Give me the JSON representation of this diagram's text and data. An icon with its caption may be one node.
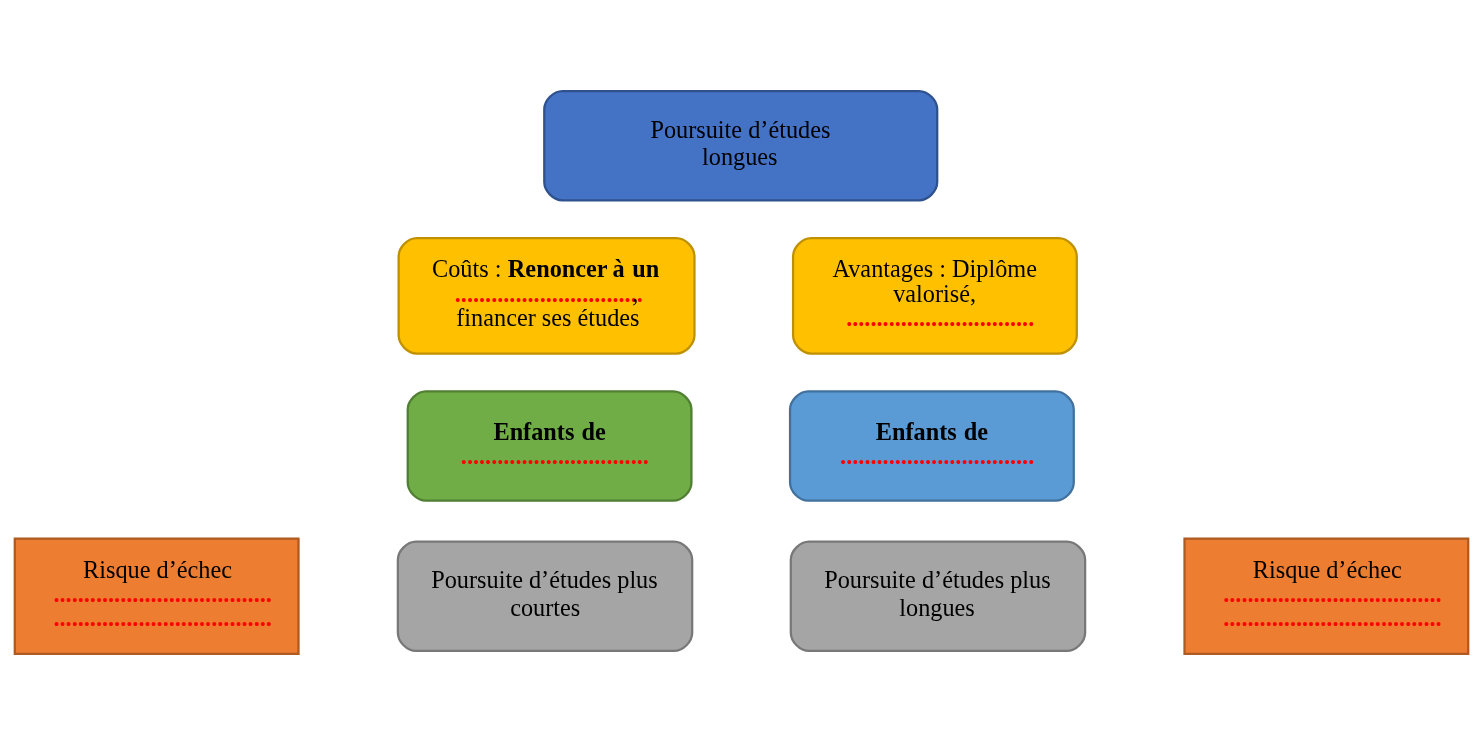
{
  "diagram": {
    "nodes": [
      {
        "text": [
          "Poursuite d’études longues"
        ]
      },
      {
        "text": [
          "Coûts : **Renoncer à un** ..............................., financer ses études"
        ]
      },
      {
        "text": [
          "Avantages : Diplôme valorisé, ..............................."
        ]
      },
      {
        "text": [
          "**Enfants de** ..............................."
        ]
      },
      {
        "text": [
          "**Enfants de** ................................"
        ]
      },
      {
        "text": [
          "Risque d’échec",
          ".................................... ...................................."
        ]
      },
      {
        "text": [
          "Poursuite d’études plus courtes"
        ]
      },
      {
        "text": [
          "Poursuite d’études plus longues"
        ]
      },
      {
        "text": [
          "Risque d’échec",
          ".................................... ...................................."
        ]
      }
    ]
  }
}
